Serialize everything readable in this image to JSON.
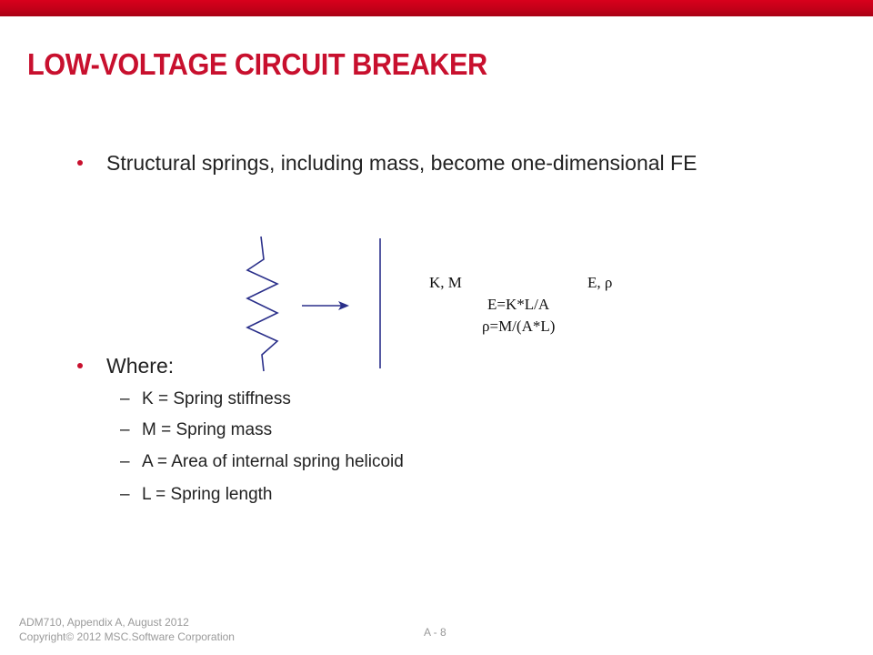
{
  "slide": {
    "title": "LOW-VOLTAGE CIRCUIT BREAKER",
    "bullets": [
      "Structural springs, including mass, become one-dimensional FE",
      "Where:"
    ],
    "definitions": [
      {
        "dash": "–",
        "text": "K = Spring stiffness"
      },
      {
        "dash": "–",
        "text": "M = Spring mass"
      },
      {
        "dash": "–",
        "text": "A = Area of internal spring helicoid"
      },
      {
        "dash": "–",
        "text": "L = Spring length"
      }
    ]
  },
  "diagram": {
    "spring_label": "K, M",
    "element_label": "E, ρ",
    "formula_e": "E=K*L/A",
    "formula_rho": "ρ=M/(A*L)"
  },
  "footer": {
    "course": "ADM710, Appendix A, August 2012",
    "copyright": "Copyright© 2012 MSC.Software Corporation",
    "page": "A - 8"
  },
  "colors": {
    "accent": "#c8102e",
    "topbar": "#c00018",
    "footer_text": "#9a9a9a"
  }
}
